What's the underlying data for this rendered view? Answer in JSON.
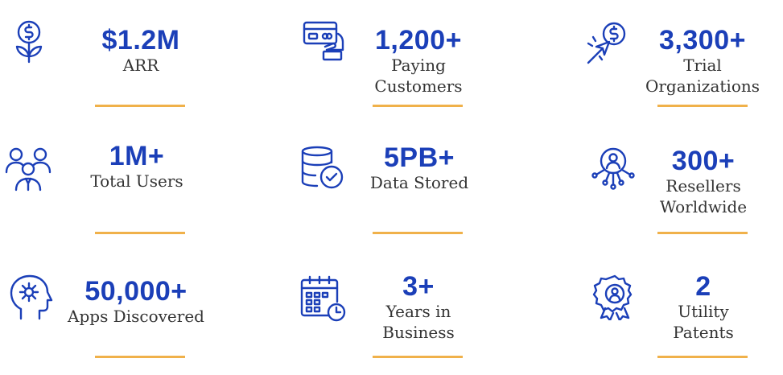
{
  "colors": {
    "accent": "#1b3fb8",
    "rule": "#f0b14a",
    "text": "#333333"
  },
  "stats": [
    {
      "icon": "money-plant-icon",
      "value": "$1.2M",
      "label_lines": [
        "ARR"
      ]
    },
    {
      "icon": "card-payment-icon",
      "value": "1,200+",
      "label_lines": [
        "Paying",
        "Customers"
      ]
    },
    {
      "icon": "click-dollar-icon",
      "value": "3,300+",
      "label_lines": [
        "Trial",
        "Organizations"
      ]
    },
    {
      "icon": "users-group-icon",
      "value": "1M+",
      "label_lines": [
        "Total Users"
      ]
    },
    {
      "icon": "database-check-icon",
      "value": "5PB+",
      "label_lines": [
        "Data Stored"
      ]
    },
    {
      "icon": "network-person-icon",
      "value": "300+",
      "label_lines": [
        "Resellers",
        "Worldwide"
      ]
    },
    {
      "icon": "head-gear-icon",
      "value": "50,000+",
      "label_lines": [
        "Apps Discovered"
      ]
    },
    {
      "icon": "calendar-clock-icon",
      "value": "3+",
      "label_lines": [
        "Years in",
        "Business"
      ]
    },
    {
      "icon": "award-badge-icon",
      "value": "2",
      "label_lines": [
        "Utility",
        "Patents"
      ]
    }
  ]
}
